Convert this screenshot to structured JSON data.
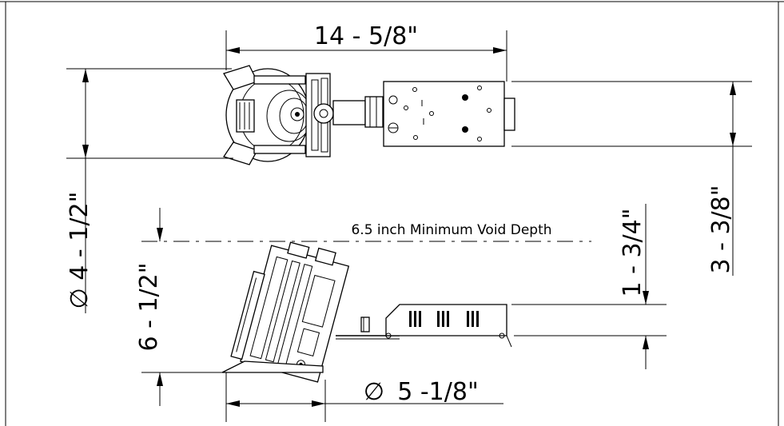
{
  "drawing": {
    "dimensions": {
      "overall_length": "14 - 5/8\"",
      "trim_diameter": "∅ 4 - 1/2\"",
      "junction_box_height": "3 - 3/8\"",
      "overall_height": "6 - 1/2\"",
      "box_height": "1 - 3/4\"",
      "cutout_diameter_symbol": "∅",
      "cutout_diameter": "5 -1/8\""
    },
    "notes": {
      "void_depth": "6.5 inch Minimum Void Depth"
    }
  }
}
